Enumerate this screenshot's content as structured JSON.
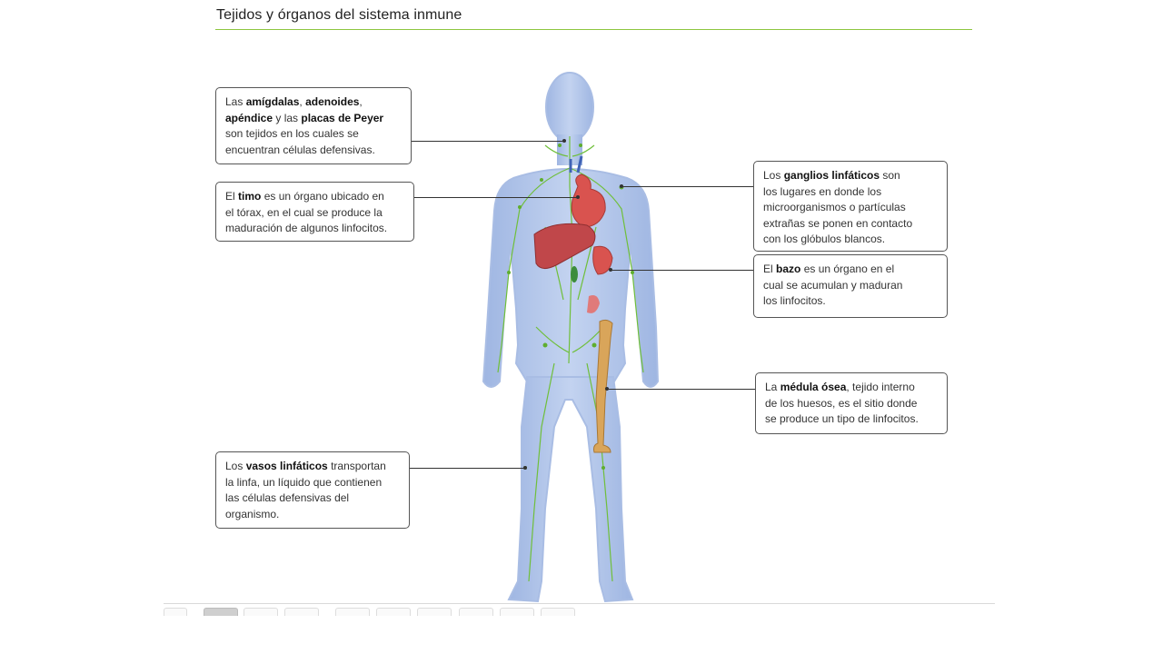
{
  "title": "Tejidos y órganos del sistema inmune",
  "callouts": {
    "amigdalas": [
      {
        "t": "Las ",
        "b": false
      },
      {
        "t": "amígdalas",
        "b": true
      },
      {
        "t": ", ",
        "b": false
      },
      {
        "t": "adenoides",
        "b": true
      },
      {
        "t": ",\n",
        "b": false
      },
      {
        "t": "apéndice",
        "b": true
      },
      {
        "t": " y las ",
        "b": false
      },
      {
        "t": "placas de Peyer",
        "b": true
      },
      {
        "t": "\nson tejidos en los cuales se\nencuentran células defensivas.",
        "b": false
      }
    ],
    "timo": [
      {
        "t": "El ",
        "b": false
      },
      {
        "t": "timo",
        "b": true
      },
      {
        "t": " es un órgano ubicado en\nel tórax, en el cual se produce la\nmaduración de algunos linfocitos.",
        "b": false
      }
    ],
    "vasos": [
      {
        "t": "Los ",
        "b": false
      },
      {
        "t": "vasos linfáticos",
        "b": true
      },
      {
        "t": " transportan\nla linfa, un líquido que contienen\nlas células defensivas del\norganismo.",
        "b": false
      }
    ],
    "ganglios": [
      {
        "t": "Los ",
        "b": false
      },
      {
        "t": "ganglios linfáticos",
        "b": true
      },
      {
        "t": " son\nlos lugares en donde los\nmicroorganismos o partículas\nextrañas se ponen en contacto\ncon los glóbulos blancos.",
        "b": false
      }
    ],
    "bazo": [
      {
        "t": "El ",
        "b": false
      },
      {
        "t": "bazo",
        "b": true
      },
      {
        "t": " es un órgano en el\ncual se acumulan y maduran\nlos linfocitos.",
        "b": false
      }
    ],
    "medula": [
      {
        "t": "La ",
        "b": false
      },
      {
        "t": "médula ósea",
        "b": true
      },
      {
        "t": ", tejido interno\nde los huesos, es el sitio donde\nse produce un tipo de linfocitos.",
        "b": false
      }
    ]
  },
  "colors": {
    "title_rule": "#8dc63f",
    "body": "#b4c8ea",
    "lymph": "#6fbf3a",
    "organs": "#d9534f",
    "bone": "#d9a55a"
  }
}
